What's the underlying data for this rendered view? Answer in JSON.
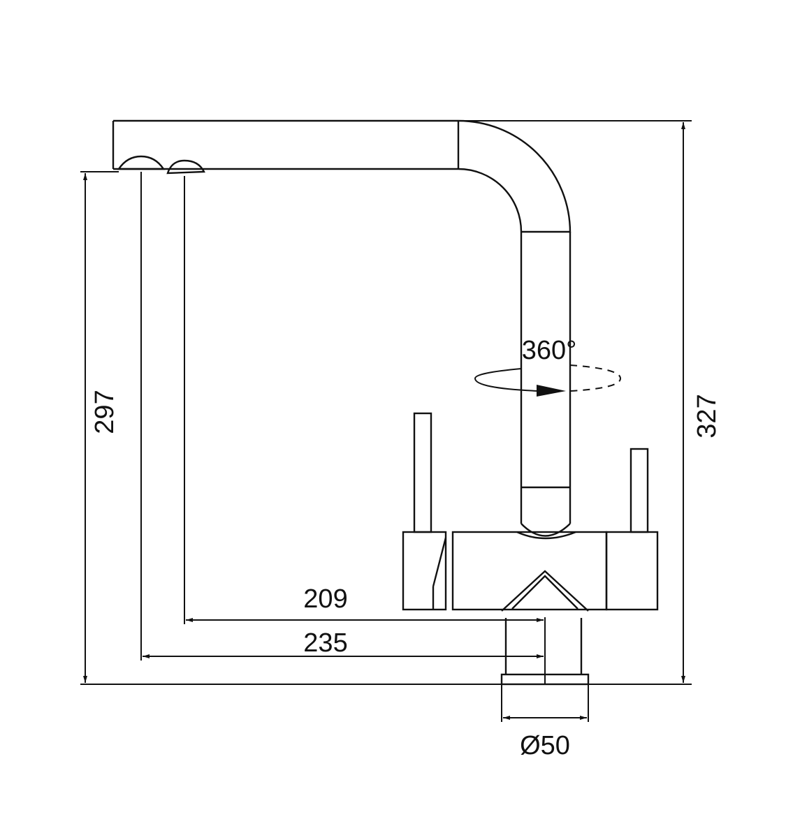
{
  "dimensions": {
    "overall_height": "327",
    "spout_height": "297",
    "reach_inner": "209",
    "reach_outer": "235",
    "base_diameter": "Ø50",
    "rotation": "360°"
  },
  "colors": {
    "line": "#111111",
    "background": "#ffffff"
  }
}
